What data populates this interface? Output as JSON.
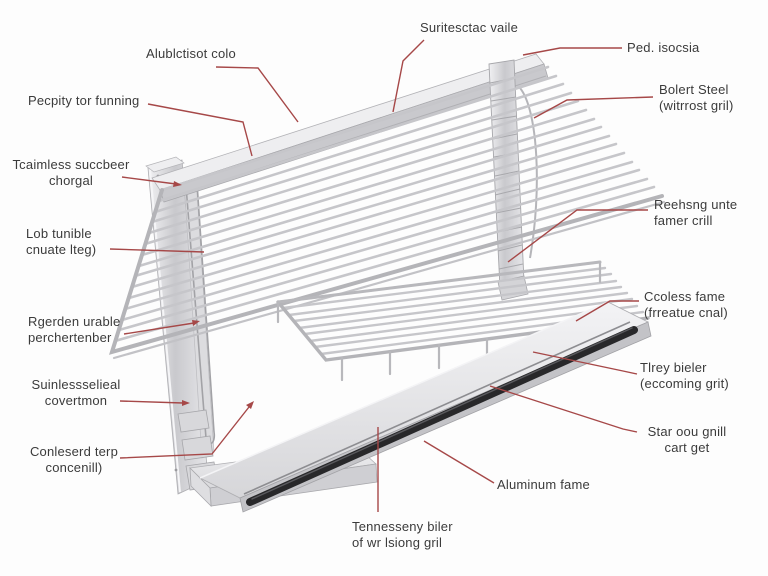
{
  "colors": {
    "background": "#fdfdfd",
    "leader": "#a64848",
    "text": "#3b3b3b",
    "metal_light": "#ececee",
    "metal_mid": "#cfcfd3",
    "metal_dark": "#b2b2b6",
    "rail_black": "#28282a"
  },
  "labels": {
    "top_left": {
      "line1": "Alublctisot colo"
    },
    "top_center": {
      "line1": "Suritesctac vaile"
    },
    "top_right": {
      "line1": "Ped. isocsia"
    },
    "right_1": {
      "line1": "Bolert Steel",
      "line2": "(witrrost gril)"
    },
    "right_2": {
      "line1": "Reehsng unte",
      "line2": "famer crill"
    },
    "right_3": {
      "line1": "Ccoless fame",
      "line2": "(frreatue cnal)"
    },
    "right_4": {
      "line1": "Tlrey bieler",
      "line2": "(eccoming grit)"
    },
    "right_5": {
      "line1": "Star oou gnill",
      "line2": "cart get"
    },
    "left_1": {
      "line1": "Pecpity tor funning"
    },
    "left_2": {
      "line1": "Tcaimless succbeer",
      "line2": "chorgal"
    },
    "left_3": {
      "line1": "Lob tunible",
      "line2": "cnuate lteg)"
    },
    "left_4": {
      "line1": "Rgerden urable",
      "line2": "perchertenber"
    },
    "left_5": {
      "line1": "Suinlessselieal",
      "line2": "covertmon"
    },
    "left_6": {
      "line1": "Conleserd terp",
      "line2": "concenill)"
    },
    "bottom_center": {
      "line1": "Tennesseny biler",
      "line2": "of wr lsiong gril"
    },
    "bottom_right": {
      "line1": "Aluminum fame"
    }
  }
}
